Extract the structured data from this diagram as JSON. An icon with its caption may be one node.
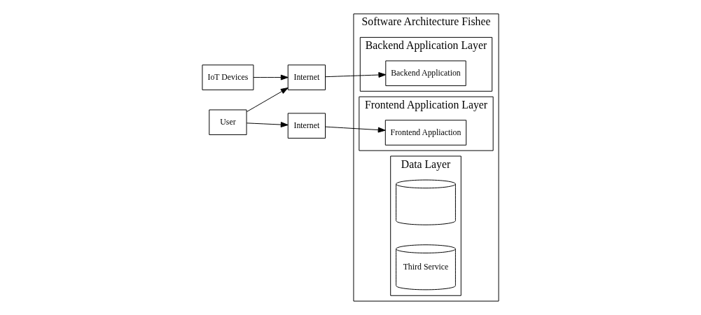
{
  "diagram": {
    "nodes": [
      {
        "text": [
          "IoT Devices"
        ]
      },
      {
        "text": [
          "Internet"
        ]
      },
      {
        "text": [
          "User"
        ]
      },
      {
        "text": [
          "Internet"
        ]
      },
      {
        "text": [
          "Software Architecture Fishee"
        ]
      },
      {
        "text": [
          "Backend Application Layer"
        ],
        "in": 4
      },
      {
        "text": [
          "Backend Application"
        ],
        "in": 5
      },
      {
        "text": [
          "Frontend Application Layer"
        ],
        "in": 4
      },
      {
        "text": [
          "Frontend Appliaction"
        ],
        "in": 7
      },
      {
        "text": [
          "Data Layer"
        ],
        "in": 4
      },
      {
        "text": [],
        "shape": "cylinder",
        "in": 9
      },
      {
        "text": [
          "Third Service"
        ],
        "in": 9
      }
    ],
    "edges": [
      {
        "from": 0,
        "to": 1,
        "arrow": "to"
      },
      {
        "from": 2,
        "to": 1,
        "arrow": "to"
      },
      {
        "from": 1,
        "to": 6,
        "arrow": "to"
      },
      {
        "from": 2,
        "to": 3,
        "arrow": "to"
      },
      {
        "from": 3,
        "to": 8,
        "arrow": "to"
      }
    ]
  }
}
